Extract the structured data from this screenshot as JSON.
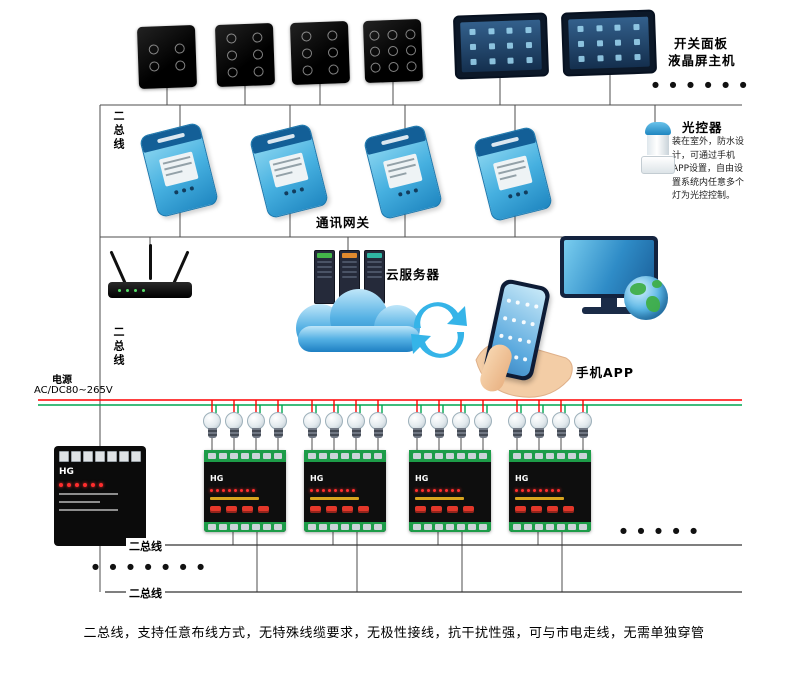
{
  "colors": {
    "bus_line": "#4d4d4d",
    "power_red": "#ff0000",
    "power_green": "#00a650",
    "device_blue": "#35aee3"
  },
  "top_section": {
    "switch_panel_label": "开关面板",
    "lcd_host_label": "液晶屏主机",
    "more_dots": "● ● ● ● ● ●"
  },
  "bus_labels": {
    "vertical_top": "二总线",
    "vertical_mid": "二总线",
    "bottom_first": "二总线",
    "bottom_second": "二总线"
  },
  "gateway_section": {
    "label": "通讯网关"
  },
  "light_controller": {
    "title": "光控器",
    "description": "装在室外，防水设计，可通过手机APP设置，自由设置系统内任意多个灯为光控控制。"
  },
  "cloud_section": {
    "label": "云服务器"
  },
  "phone_section": {
    "label": "手机APP"
  },
  "power_input": {
    "line1": "电源",
    "line2": "AC/DC80~265V"
  },
  "modules": {
    "brand": "HG",
    "more_dots_right": "● ● ● ● ●"
  },
  "bottom_section": {
    "more_dots": "● ● ● ● ● ● ●",
    "caption": "二总线，支持任意布线方式，无特殊线缆要求，无极性接线，抗干扰性强，可与市电走线，无需单独穿管"
  }
}
